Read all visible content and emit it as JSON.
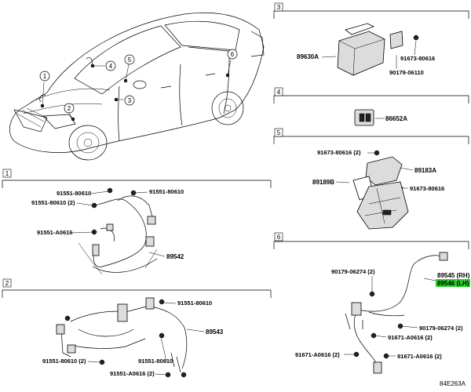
{
  "sections": [
    {
      "num": "1",
      "parts": [
        "91551-80610",
        "91551-80610",
        "91551-80610 (2)",
        "91551-A0616",
        "89542"
      ]
    },
    {
      "num": "2",
      "parts": [
        "91551-80610",
        "89543",
        "91551-80610 (2)",
        "91551-80610",
        "91551-A0616 (2)"
      ]
    },
    {
      "num": "3",
      "parts": [
        "89630A",
        "91673-80616",
        "90179-06110"
      ]
    },
    {
      "num": "4",
      "parts": [
        "86652A"
      ]
    },
    {
      "num": "5",
      "parts": [
        "91673-80616 (2)",
        "89183A",
        "89189B",
        "91673-80616"
      ]
    },
    {
      "num": "6",
      "parts": [
        "90179-06274 (2)",
        "89545 (RH)",
        "89546 (LH)",
        "90179-06274 (2)",
        "91671-A0616 (2)",
        "91671-A0616 (2)",
        "91671-A0616 (2)"
      ]
    }
  ],
  "car_callouts": [
    "1",
    "2",
    "3",
    "4",
    "5",
    "6"
  ],
  "highlight_part": "89546 (LH)",
  "highlight_color": "#2bd12b",
  "figure_code": "84E263A"
}
